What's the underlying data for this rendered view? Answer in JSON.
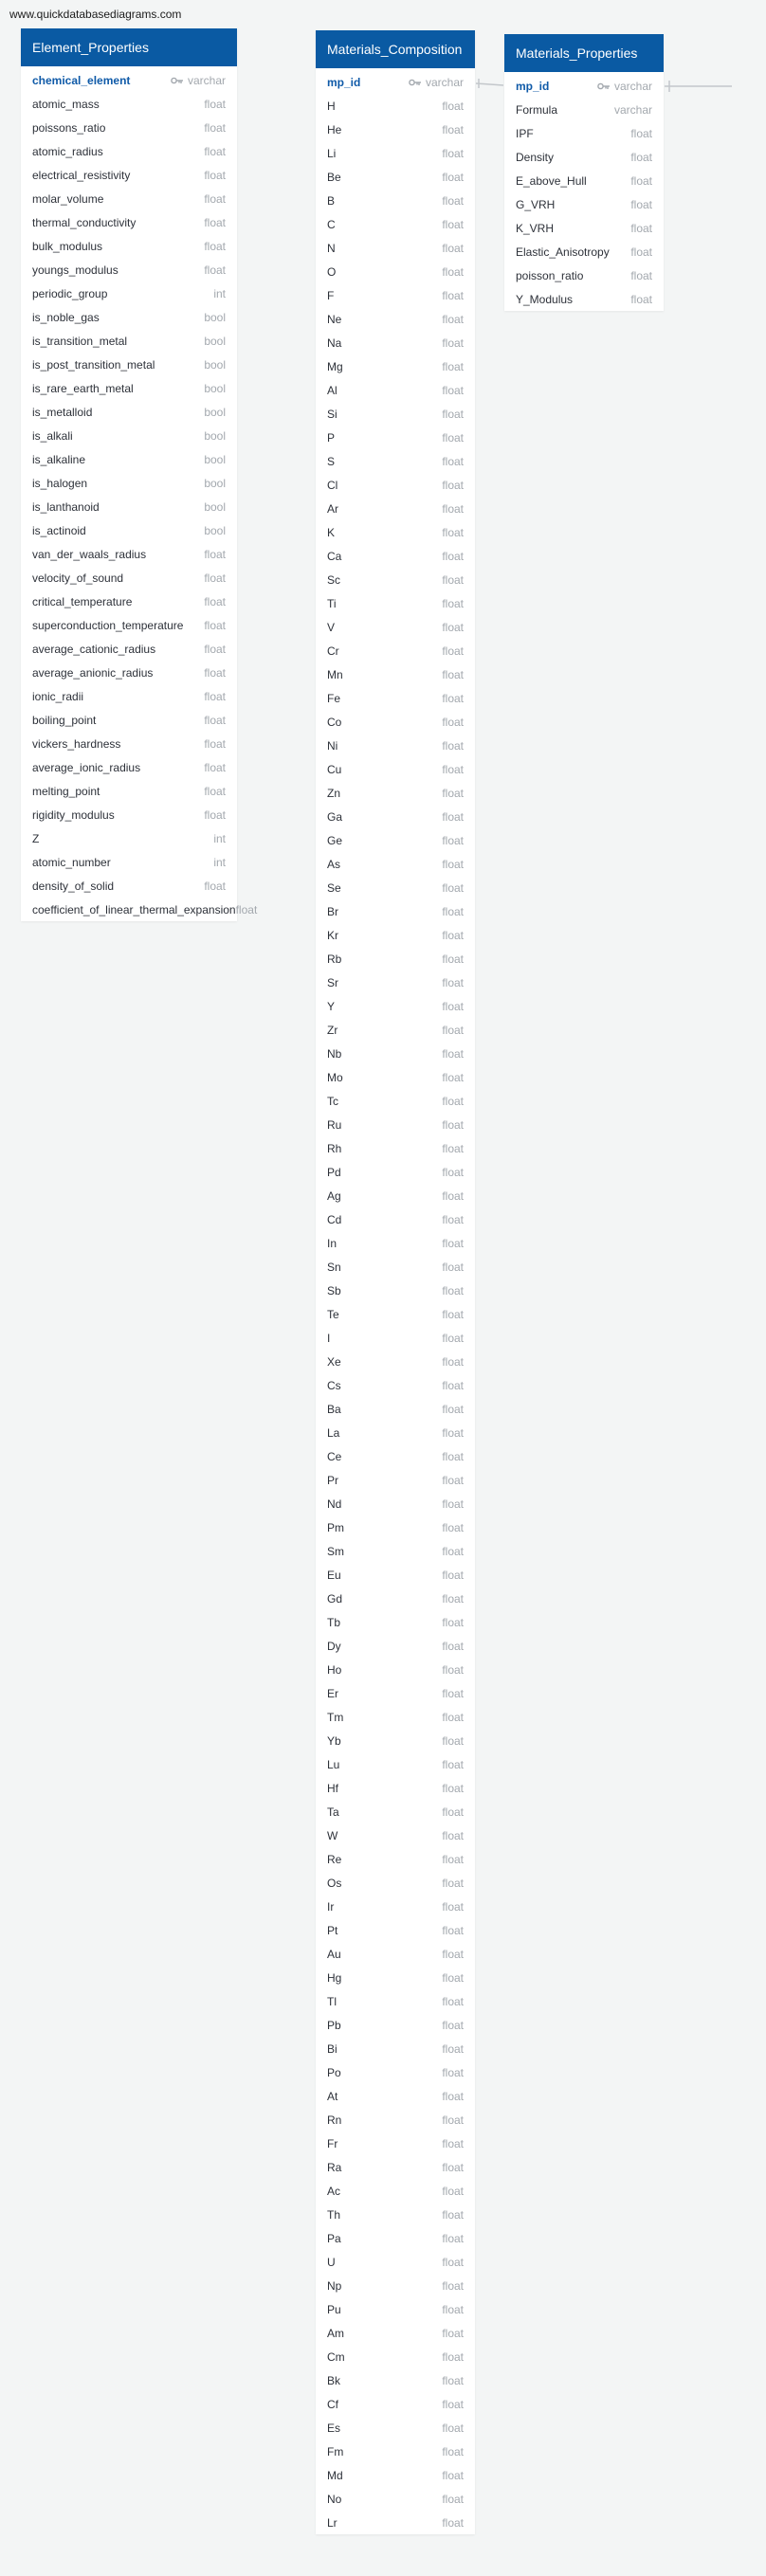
{
  "watermark": "www.quickdatabasediagrams.com",
  "colors": {
    "header": "#0a5aa3",
    "background": "#f3f5f5",
    "pk_text": "#0f5aa8",
    "type_text": "#a3a8ae",
    "field_text": "#2d3139",
    "connector": "#c3c7cb"
  },
  "tables": [
    {
      "id": "element_properties",
      "name": "Element_Properties",
      "fields": [
        {
          "name": "chemical_element",
          "type": "varchar",
          "pk": true
        },
        {
          "name": "atomic_mass",
          "type": "float"
        },
        {
          "name": "poissons_ratio",
          "type": "float"
        },
        {
          "name": "atomic_radius",
          "type": "float"
        },
        {
          "name": "electrical_resistivity",
          "type": "float"
        },
        {
          "name": "molar_volume",
          "type": "float"
        },
        {
          "name": "thermal_conductivity",
          "type": "float"
        },
        {
          "name": "bulk_modulus",
          "type": "float"
        },
        {
          "name": "youngs_modulus",
          "type": "float"
        },
        {
          "name": "periodic_group",
          "type": "int"
        },
        {
          "name": "is_noble_gas",
          "type": "bool"
        },
        {
          "name": "is_transition_metal",
          "type": "bool"
        },
        {
          "name": "is_post_transition_metal",
          "type": "bool"
        },
        {
          "name": "is_rare_earth_metal",
          "type": "bool"
        },
        {
          "name": "is_metalloid",
          "type": "bool"
        },
        {
          "name": "is_alkali",
          "type": "bool"
        },
        {
          "name": "is_alkaline",
          "type": "bool"
        },
        {
          "name": "is_halogen",
          "type": "bool"
        },
        {
          "name": "is_lanthanoid",
          "type": "bool"
        },
        {
          "name": "is_actinoid",
          "type": "bool"
        },
        {
          "name": "van_der_waals_radius",
          "type": "float"
        },
        {
          "name": "velocity_of_sound",
          "type": "float"
        },
        {
          "name": "critical_temperature",
          "type": "float"
        },
        {
          "name": "superconduction_temperature",
          "type": "float"
        },
        {
          "name": "average_cationic_radius",
          "type": "float"
        },
        {
          "name": "average_anionic_radius",
          "type": "float"
        },
        {
          "name": "ionic_radii",
          "type": "float"
        },
        {
          "name": "boiling_point",
          "type": "float"
        },
        {
          "name": "vickers_hardness",
          "type": "float"
        },
        {
          "name": "average_ionic_radius",
          "type": "float"
        },
        {
          "name": "melting_point",
          "type": "float"
        },
        {
          "name": "rigidity_modulus",
          "type": "float"
        },
        {
          "name": "Z",
          "type": "int"
        },
        {
          "name": "atomic_number",
          "type": "int"
        },
        {
          "name": "density_of_solid",
          "type": "float"
        },
        {
          "name": "coefficient_of_linear_thermal_expansion",
          "type": "float"
        }
      ]
    },
    {
      "id": "materials_composition",
      "name": "Materials_Composition",
      "fields": [
        {
          "name": "mp_id",
          "type": "varchar",
          "pk": true
        },
        {
          "name": "H",
          "type": "float"
        },
        {
          "name": "He",
          "type": "float"
        },
        {
          "name": "Li",
          "type": "float"
        },
        {
          "name": "Be",
          "type": "float"
        },
        {
          "name": "B",
          "type": "float"
        },
        {
          "name": "C",
          "type": "float"
        },
        {
          "name": "N",
          "type": "float"
        },
        {
          "name": "O",
          "type": "float"
        },
        {
          "name": "F",
          "type": "float"
        },
        {
          "name": "Ne",
          "type": "float"
        },
        {
          "name": "Na",
          "type": "float"
        },
        {
          "name": "Mg",
          "type": "float"
        },
        {
          "name": "Al",
          "type": "float"
        },
        {
          "name": "Si",
          "type": "float"
        },
        {
          "name": "P",
          "type": "float"
        },
        {
          "name": "S",
          "type": "float"
        },
        {
          "name": "Cl",
          "type": "float"
        },
        {
          "name": "Ar",
          "type": "float"
        },
        {
          "name": "K",
          "type": "float"
        },
        {
          "name": "Ca",
          "type": "float"
        },
        {
          "name": "Sc",
          "type": "float"
        },
        {
          "name": "Ti",
          "type": "float"
        },
        {
          "name": "V",
          "type": "float"
        },
        {
          "name": "Cr",
          "type": "float"
        },
        {
          "name": "Mn",
          "type": "float"
        },
        {
          "name": "Fe",
          "type": "float"
        },
        {
          "name": "Co",
          "type": "float"
        },
        {
          "name": "Ni",
          "type": "float"
        },
        {
          "name": "Cu",
          "type": "float"
        },
        {
          "name": "Zn",
          "type": "float"
        },
        {
          "name": "Ga",
          "type": "float"
        },
        {
          "name": "Ge",
          "type": "float"
        },
        {
          "name": "As",
          "type": "float"
        },
        {
          "name": "Se",
          "type": "float"
        },
        {
          "name": "Br",
          "type": "float"
        },
        {
          "name": "Kr",
          "type": "float"
        },
        {
          "name": "Rb",
          "type": "float"
        },
        {
          "name": "Sr",
          "type": "float"
        },
        {
          "name": "Y",
          "type": "float"
        },
        {
          "name": "Zr",
          "type": "float"
        },
        {
          "name": "Nb",
          "type": "float"
        },
        {
          "name": "Mo",
          "type": "float"
        },
        {
          "name": "Tc",
          "type": "float"
        },
        {
          "name": "Ru",
          "type": "float"
        },
        {
          "name": "Rh",
          "type": "float"
        },
        {
          "name": "Pd",
          "type": "float"
        },
        {
          "name": "Ag",
          "type": "float"
        },
        {
          "name": "Cd",
          "type": "float"
        },
        {
          "name": "In",
          "type": "float"
        },
        {
          "name": "Sn",
          "type": "float"
        },
        {
          "name": "Sb",
          "type": "float"
        },
        {
          "name": "Te",
          "type": "float"
        },
        {
          "name": "I",
          "type": "float"
        },
        {
          "name": "Xe",
          "type": "float"
        },
        {
          "name": "Cs",
          "type": "float"
        },
        {
          "name": "Ba",
          "type": "float"
        },
        {
          "name": "La",
          "type": "float"
        },
        {
          "name": "Ce",
          "type": "float"
        },
        {
          "name": "Pr",
          "type": "float"
        },
        {
          "name": "Nd",
          "type": "float"
        },
        {
          "name": "Pm",
          "type": "float"
        },
        {
          "name": "Sm",
          "type": "float"
        },
        {
          "name": "Eu",
          "type": "float"
        },
        {
          "name": "Gd",
          "type": "float"
        },
        {
          "name": "Tb",
          "type": "float"
        },
        {
          "name": "Dy",
          "type": "float"
        },
        {
          "name": "Ho",
          "type": "float"
        },
        {
          "name": "Er",
          "type": "float"
        },
        {
          "name": "Tm",
          "type": "float"
        },
        {
          "name": "Yb",
          "type": "float"
        },
        {
          "name": "Lu",
          "type": "float"
        },
        {
          "name": "Hf",
          "type": "float"
        },
        {
          "name": "Ta",
          "type": "float"
        },
        {
          "name": "W",
          "type": "float"
        },
        {
          "name": "Re",
          "type": "float"
        },
        {
          "name": "Os",
          "type": "float"
        },
        {
          "name": "Ir",
          "type": "float"
        },
        {
          "name": "Pt",
          "type": "float"
        },
        {
          "name": "Au",
          "type": "float"
        },
        {
          "name": "Hg",
          "type": "float"
        },
        {
          "name": "Tl",
          "type": "float"
        },
        {
          "name": "Pb",
          "type": "float"
        },
        {
          "name": "Bi",
          "type": "float"
        },
        {
          "name": "Po",
          "type": "float"
        },
        {
          "name": "At",
          "type": "float"
        },
        {
          "name": "Rn",
          "type": "float"
        },
        {
          "name": "Fr",
          "type": "float"
        },
        {
          "name": "Ra",
          "type": "float"
        },
        {
          "name": "Ac",
          "type": "float"
        },
        {
          "name": "Th",
          "type": "float"
        },
        {
          "name": "Pa",
          "type": "float"
        },
        {
          "name": "U",
          "type": "float"
        },
        {
          "name": "Np",
          "type": "float"
        },
        {
          "name": "Pu",
          "type": "float"
        },
        {
          "name": "Am",
          "type": "float"
        },
        {
          "name": "Cm",
          "type": "float"
        },
        {
          "name": "Bk",
          "type": "float"
        },
        {
          "name": "Cf",
          "type": "float"
        },
        {
          "name": "Es",
          "type": "float"
        },
        {
          "name": "Fm",
          "type": "float"
        },
        {
          "name": "Md",
          "type": "float"
        },
        {
          "name": "No",
          "type": "float"
        },
        {
          "name": "Lr",
          "type": "float"
        }
      ]
    },
    {
      "id": "materials_properties",
      "name": "Materials_Properties",
      "fields": [
        {
          "name": "mp_id",
          "type": "varchar",
          "pk": true
        },
        {
          "name": "Formula",
          "type": "varchar"
        },
        {
          "name": "IPF",
          "type": "float"
        },
        {
          "name": "Density",
          "type": "float"
        },
        {
          "name": "E_above_Hull",
          "type": "float"
        },
        {
          "name": "G_VRH",
          "type": "float"
        },
        {
          "name": "K_VRH",
          "type": "float"
        },
        {
          "name": "Elastic_Anisotropy",
          "type": "float"
        },
        {
          "name": "poisson_ratio",
          "type": "float"
        },
        {
          "name": "Y_Modulus",
          "type": "float"
        }
      ]
    }
  ]
}
